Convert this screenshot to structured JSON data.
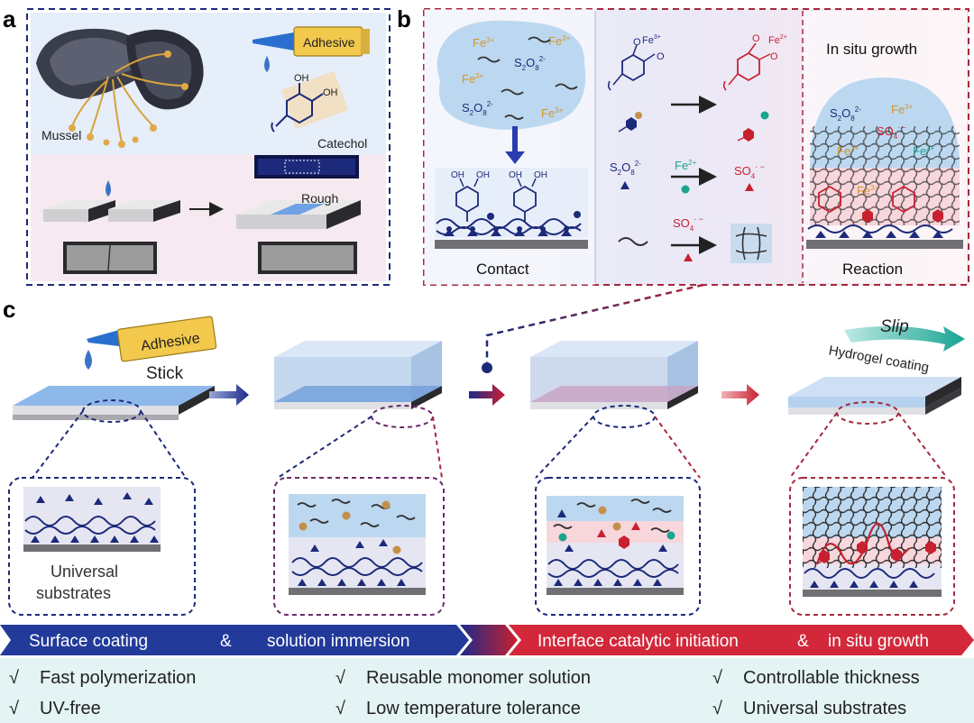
{
  "panel_a": {
    "letter": "a",
    "label_adhesive": "Adhesive",
    "label_mussel": "Mussel",
    "label_catechol": "Catechol",
    "label_oh": "OH",
    "label_rough": "Rough"
  },
  "panel_b": {
    "letter": "b",
    "ion_fe3": "Fe",
    "sup_3plus": "3+",
    "sup_2plus": "2+",
    "ion_s2o8": "S",
    "sub_2": "2",
    "o": "O",
    "sub_8": "8",
    "sup_2minus": "2-",
    "label_contact": "Contact",
    "label_oh": "OH",
    "label_o": "O",
    "label_fe": "Fe",
    "label_fe2": "Fe",
    "label_so4": "SO",
    "sub_4": "4",
    "sup_radical": "· −",
    "title_in_situ": "In situ growth",
    "label_reaction": "Reaction"
  },
  "panel_c": {
    "letter": "c",
    "label_adhesive": "Adhesive",
    "label_stick": "Stick",
    "label_slip": "Slip",
    "label_hydrogel": "Hydrogel coating",
    "label_universal_1": "Universal",
    "label_universal_2": "substrates"
  },
  "banner": {
    "left_1": "Surface coating",
    "left_amp": "&",
    "left_2": "solution immersion",
    "right_1": "Interface catalytic initiation",
    "right_amp": "&",
    "right_2": "in situ growth"
  },
  "features": {
    "check": "√",
    "items": [
      "Fast polymerization",
      "Reusable monomer solution",
      "Controllable thickness",
      "UV-free",
      "Low temperature tolerance",
      "Universal substrates"
    ]
  },
  "colors": {
    "navy": "#1c2a7a",
    "red": "#c8202f",
    "orange": "#d4952a",
    "teal": "#1aa58f",
    "light_blue": "#bcd8f0",
    "light_pink": "#f7d6dc",
    "banner_blue": "#223a9a",
    "banner_red": "#d2283a"
  }
}
